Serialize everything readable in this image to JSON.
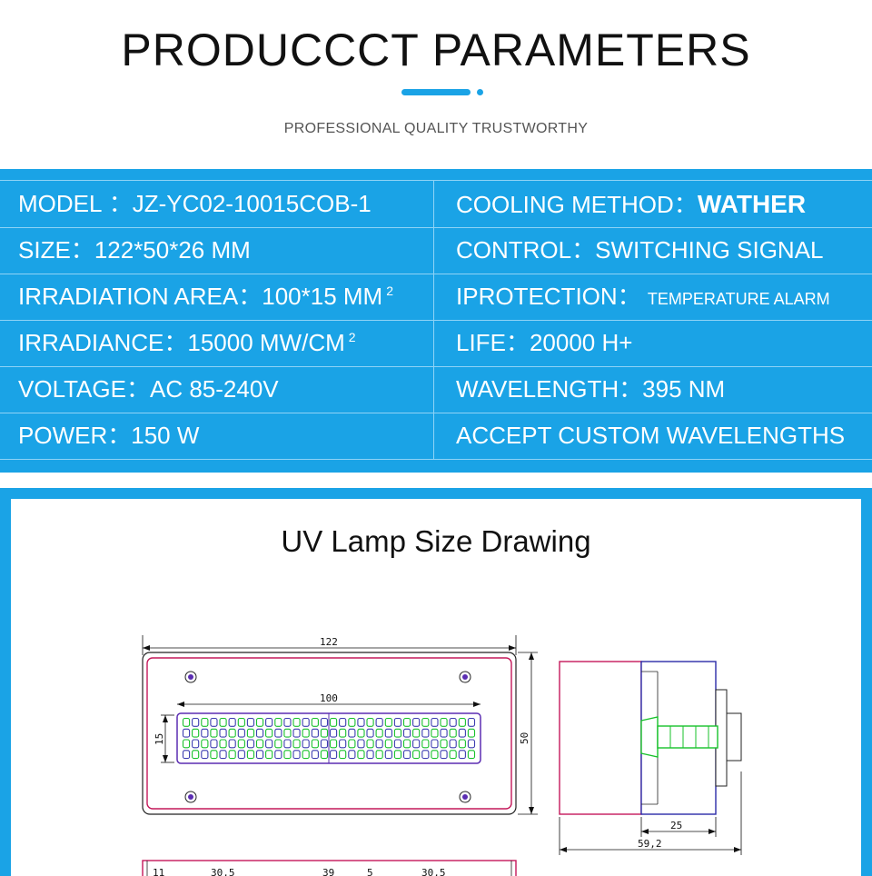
{
  "header": {
    "title": "PRODUCCCT PARAMETERS",
    "subtitle": "PROFESSIONAL QUALITY TRUSTWORTHY",
    "accent_color": "#1aa3e6"
  },
  "params": {
    "rows": [
      {
        "left": {
          "label": "MODEL",
          "sep": "：",
          "value": "JZ-YC02-10015COB-1"
        },
        "right": {
          "label": "COOLING METHOD",
          "sep": "：",
          "value": "WATHER"
        }
      },
      {
        "left": {
          "label": "SIZE",
          "sep": "：",
          "value": "122*50*26 MM"
        },
        "right": {
          "label": "CONTROL",
          "sep": "：",
          "value": "SWITCHING SIGNAL"
        }
      },
      {
        "left": {
          "label": "IRRADIATION AREA",
          "sep": "：",
          "value": "100*15 MM",
          "sup": "2"
        },
        "right": {
          "label": "IPROTECTION",
          "sep": "：",
          "value": "TEMPERATURE ALARM"
        }
      },
      {
        "left": {
          "label": "IRRADIANCE",
          "sep": "：",
          "value": "15000 MW/CM",
          "sup": "2"
        },
        "right": {
          "label": "LIFE",
          "sep": "：",
          "value": "20000 H+"
        }
      },
      {
        "left": {
          "label": "VOLTAGE",
          "sep": "：",
          "value": "AC 85-240V"
        },
        "right": {
          "label": "WAVELENGTH",
          "sep": "：",
          "value": "395 NM"
        }
      },
      {
        "left": {
          "label": "POWER",
          "sep": "：",
          "value": "150 W"
        },
        "right": {
          "label": "ACCEPT CUSTOM WAVELENGTHS",
          "sep": "",
          "value": ""
        }
      }
    ]
  },
  "drawing": {
    "title": "UV Lamp Size Drawing",
    "dims": {
      "length": "122",
      "height": "50",
      "emit_length": "100",
      "emit_height": "15",
      "side_depth": "25",
      "side_total": "59,2",
      "bottom_a": "30,5",
      "bottom_b": "39",
      "bottom_c": "30,5",
      "bottom_d": "11",
      "bottom_e": "5"
    }
  }
}
